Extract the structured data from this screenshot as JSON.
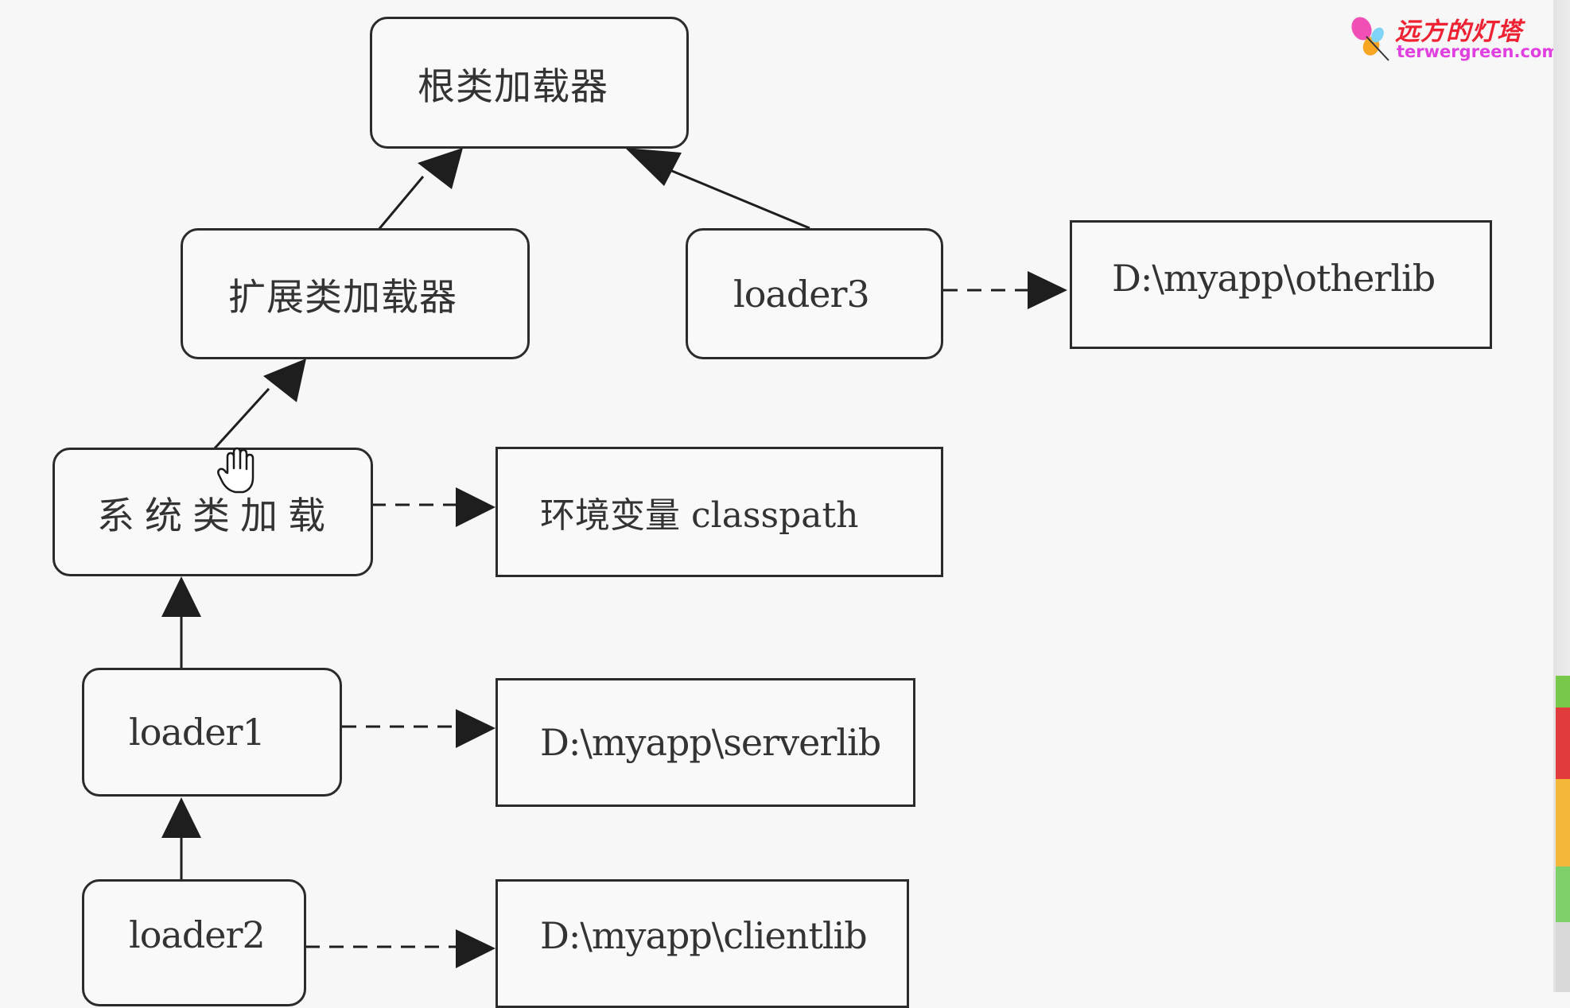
{
  "diagram": {
    "nodes": {
      "root_loader": "根类加载器",
      "ext_loader": "扩展类加载器",
      "loader3": "loader3",
      "otherlib": "D:\\myapp\\otherlib",
      "system_loader": "系统类加载",
      "classpath": "环境变量 classpath",
      "loader1": "loader1",
      "serverlib": "D:\\myapp\\serverlib",
      "loader2": "loader2",
      "clientlib": "D:\\myapp\\clientlib"
    },
    "edges": [
      {
        "from": "ext_loader",
        "to": "root_loader",
        "style": "solid"
      },
      {
        "from": "loader3",
        "to": "root_loader",
        "style": "solid"
      },
      {
        "from": "system_loader",
        "to": "ext_loader",
        "style": "solid"
      },
      {
        "from": "loader1",
        "to": "system_loader",
        "style": "solid"
      },
      {
        "from": "loader2",
        "to": "loader1",
        "style": "solid"
      },
      {
        "from": "loader3",
        "to": "otherlib",
        "style": "dashed"
      },
      {
        "from": "system_loader",
        "to": "classpath",
        "style": "dashed"
      },
      {
        "from": "loader1",
        "to": "serverlib",
        "style": "dashed"
      },
      {
        "from": "loader2",
        "to": "clientlib",
        "style": "dashed"
      }
    ]
  },
  "watermark": {
    "title": "远方的灯塔",
    "url": "terwergreen.com"
  },
  "colors": {
    "background": "#f7f7f7",
    "stroke": "#2b2b2b",
    "text": "#333333",
    "watermark_title": "#ee2233",
    "watermark_url": "#e040e0"
  }
}
